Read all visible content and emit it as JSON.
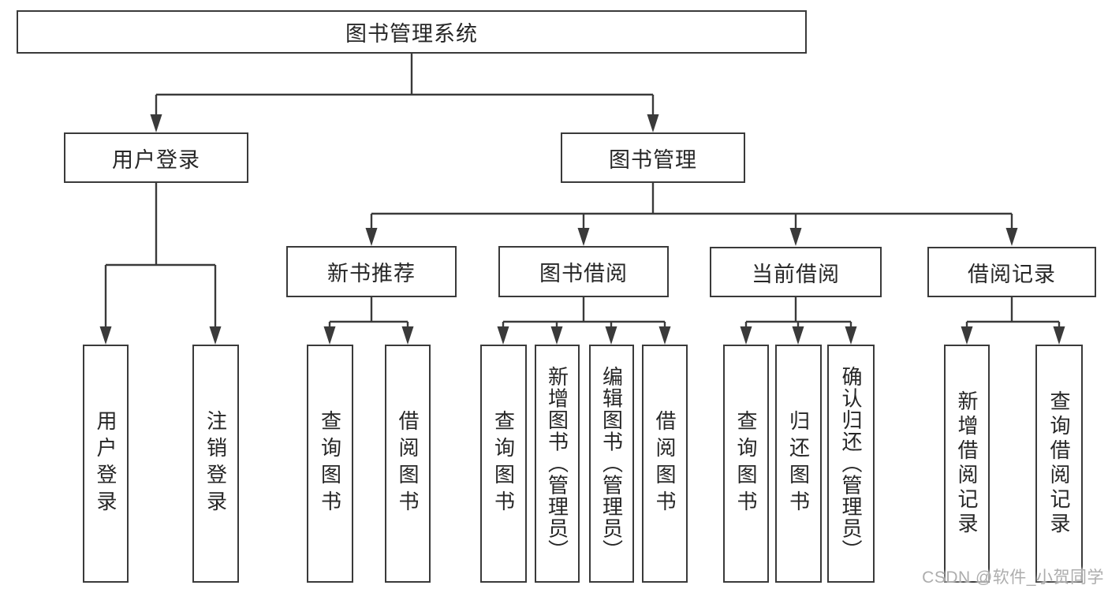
{
  "colors": {
    "background": "#ffffff",
    "box_border": "#3a3a3a",
    "connector_line": "#3a3a3a",
    "text": "#262626",
    "watermark_text": "#adadad"
  },
  "tree": {
    "root": {
      "label": "图书管理系统"
    },
    "branches": [
      {
        "label": "用户登录",
        "children": [
          {
            "label": "用户登录"
          },
          {
            "label": "注销登录"
          }
        ]
      },
      {
        "label": "图书管理",
        "children": [
          {
            "label": "新书推荐",
            "children": [
              {
                "label": "查询图书"
              },
              {
                "label": "借阅图书"
              }
            ]
          },
          {
            "label": "图书借阅",
            "children": [
              {
                "label": "查询图书"
              },
              {
                "label": "新增图书（管理员）"
              },
              {
                "label": "编辑图书（管理员）"
              },
              {
                "label": "借阅图书"
              }
            ]
          },
          {
            "label": "当前借阅",
            "children": [
              {
                "label": "查询图书"
              },
              {
                "label": "归还图书"
              },
              {
                "label": "确认归还（管理员）"
              }
            ]
          },
          {
            "label": "借阅记录",
            "children": [
              {
                "label": "新增借阅记录"
              },
              {
                "label": "查询借阅记录"
              }
            ]
          }
        ]
      }
    ]
  },
  "watermark": {
    "text": "CSDN @软件_小贺同学"
  }
}
